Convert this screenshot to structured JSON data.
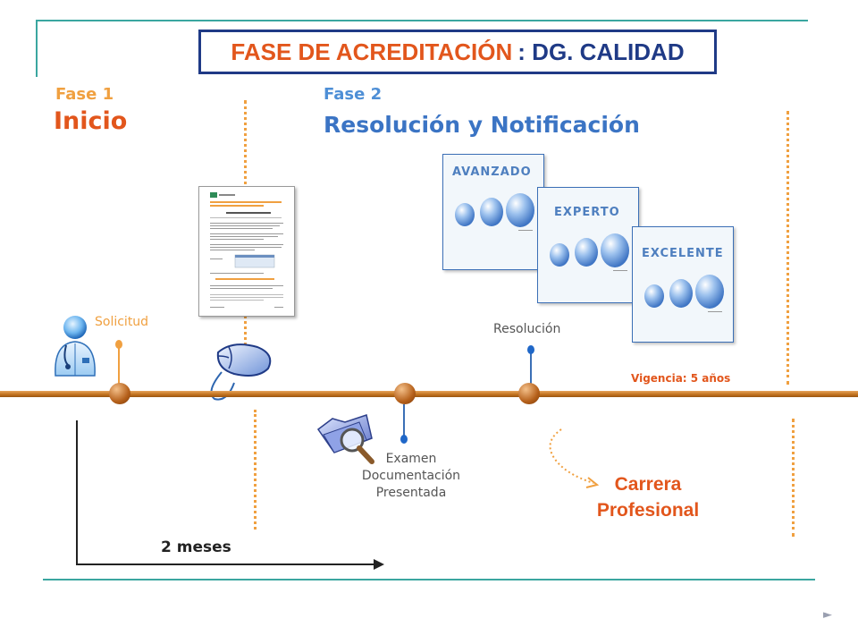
{
  "title": {
    "part1": "FASE DE ACREDITACIÓN",
    "part2": ": DG. CALIDAD"
  },
  "phase1": {
    "number": "Fase 1",
    "name": "Inicio"
  },
  "phase2": {
    "number": "Fase 2",
    "name": "Resolución y Notificación"
  },
  "levels": [
    "AVANZADO",
    "EXPERTO",
    "EXCELENTE"
  ],
  "milestones": {
    "solicitud": "Solicitud",
    "resolucion": "Resolución",
    "examen": [
      "Examen",
      "Documentación",
      "Presentada"
    ]
  },
  "vigencia": "Vigencia: 5 años",
  "carrera": [
    "Carrera",
    "Profesional"
  ],
  "duration": "2 meses",
  "next_symbol": "►",
  "colors": {
    "orange": "#f0a040",
    "dark_orange": "#e2561c",
    "navy": "#1f3a86",
    "blue": "#4e7fbf",
    "teal": "#3aa6a0",
    "timeline": "#cd7a20"
  }
}
